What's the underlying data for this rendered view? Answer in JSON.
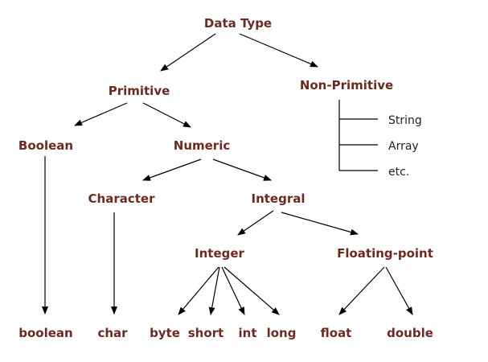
{
  "diagram": {
    "root": "Data Type",
    "primitive": "Primitive",
    "non_primitive": "Non-Primitive",
    "boolean_category": "Boolean",
    "numeric": "Numeric",
    "character": "Character",
    "integral": "Integral",
    "integer": "Integer",
    "floating_point": "Floating-point",
    "non_primitive_items": [
      "String",
      "Array",
      "etc."
    ],
    "primitive_types": [
      "boolean",
      "char",
      "byte",
      "short",
      "int",
      "long",
      "float",
      "double"
    ]
  },
  "colors": {
    "node_text": "#6b2a22",
    "leaf_text": "#222222",
    "lines": "#000000"
  }
}
